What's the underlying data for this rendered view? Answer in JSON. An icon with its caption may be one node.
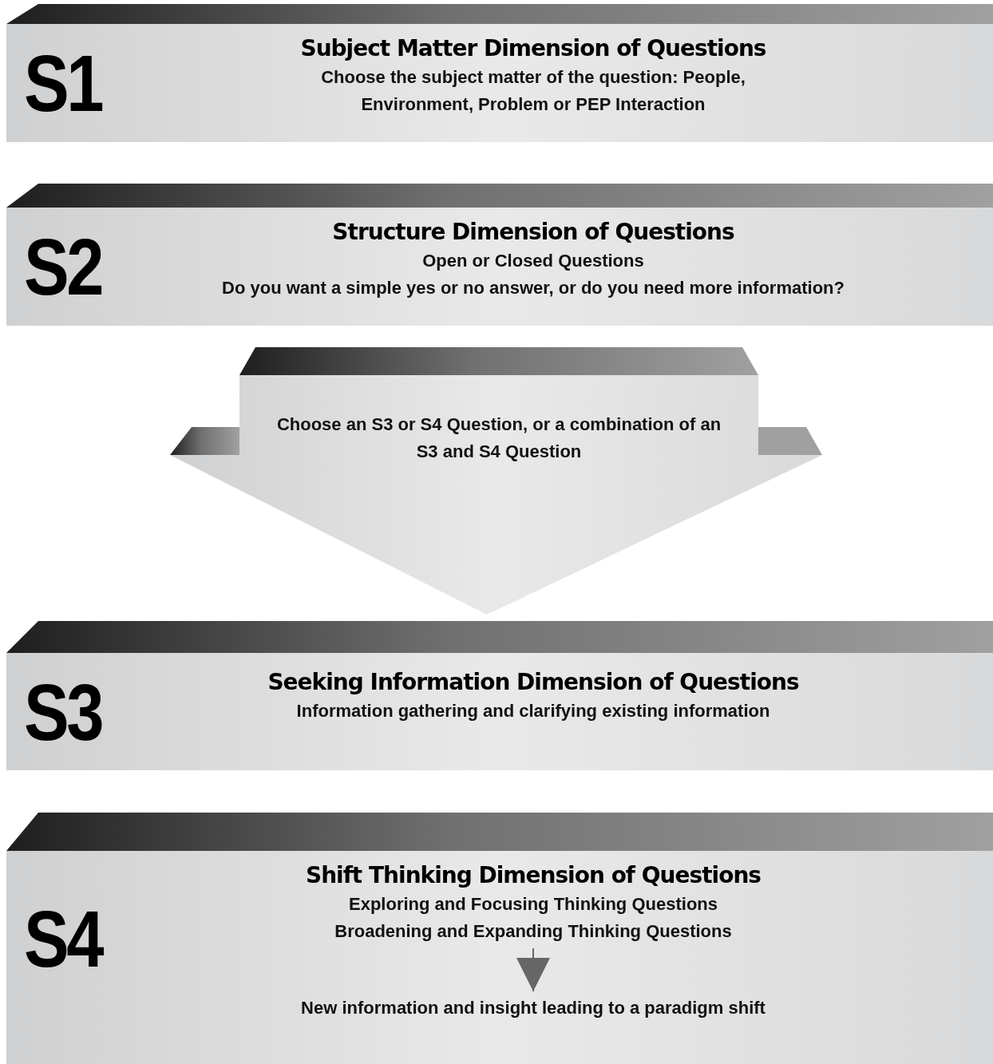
{
  "diagram": {
    "nodes": [
      {
        "text": [
          "S1",
          "Subject Matter Dimension of Questions",
          "Choose the subject matter of the question: People, Environment, Problem or PEP Interaction"
        ]
      },
      {
        "text": [
          "S2",
          "Structure Dimension of Questions",
          "Open or Closed Questions",
          "Do you want a simple yes or no answer, or do you need more information?"
        ]
      },
      {
        "text": [
          "Choose an S3 or S4 Question, or a combination of an S3 and S4 Question"
        ]
      },
      {
        "text": [
          "S3",
          "Seeking Information Dimension of Questions",
          "Information gathering and clarifying existing information"
        ]
      },
      {
        "text": [
          "S4",
          "Shift Thinking Dimension of Questions"
        ]
      },
      {
        "text": [
          "Exploring and Focusing Thinking Questions",
          "Broadening and Expanding Thinking Questions"
        ],
        "in": 4
      },
      {
        "text": [
          "New information and insight leading to a paradigm shift"
        ],
        "in": 4
      }
    ],
    "edges": [
      {
        "from": 5,
        "to": 6,
        "arrow": "to"
      }
    ]
  }
}
